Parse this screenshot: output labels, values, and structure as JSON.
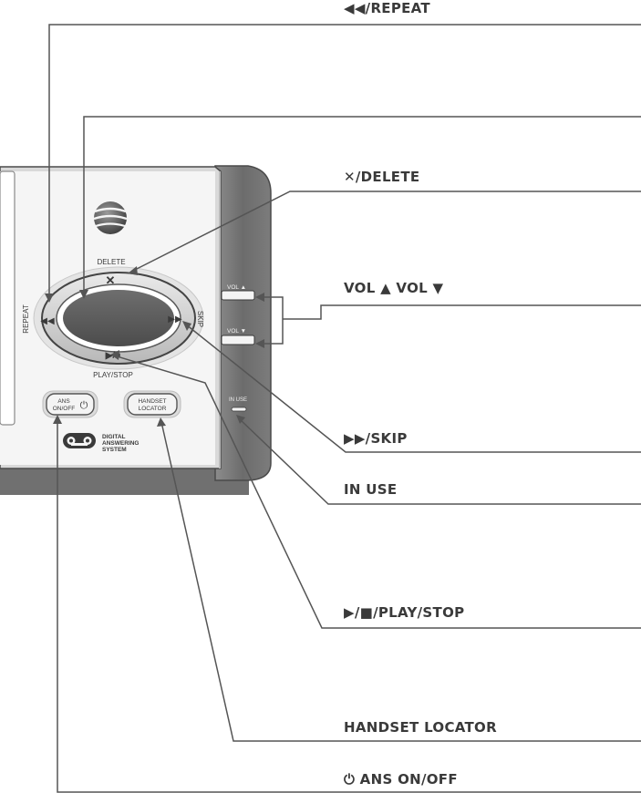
{
  "callouts": {
    "repeat": "◀◀/REPEAT",
    "unlabeled": "",
    "delete": "✕/DELETE",
    "volume": "VOL ▲  VOL ▼",
    "skip": "▶▶/SKIP",
    "in_use": "IN USE",
    "play_stop": "▶/■/PLAY/STOP",
    "handset_locator": "HANDSET LOCATOR",
    "ans_on_off": "⏻ ANS ON/OFF"
  },
  "device": {
    "delete_label": "DELETE",
    "delete_symbol": "✕",
    "repeat_label": "REPEAT",
    "skip_label": "SKIP",
    "play_stop_label": "PLAY/STOP",
    "play_stop_symbol": "▶/■",
    "vol_up_label": "VOL ▲",
    "vol_down_label": "VOL ▼",
    "in_use_label": "IN USE",
    "ans_button_line1": "ANS",
    "ans_button_line2": "ON/OFF",
    "power_symbol": "⏻",
    "locator_button_line1": "HANDSET",
    "locator_button_line2": "LOCATOR",
    "das_line1": "DIGITAL",
    "das_line2": "ANSWERING",
    "das_line3": "SYSTEM",
    "rewind_symbol": "◀◀",
    "forward_symbol": "▶▶"
  },
  "colors": {
    "leader_line": "#555555",
    "body_shadow": "#6f6f6f",
    "body_edge": "#9a9a9a",
    "panel": "#f4f4f4",
    "outline": "#4a4a4a"
  },
  "icons": [
    "att-globe-logo-icon",
    "digital-answering-system-logo-icon",
    "power-icon",
    "rewind-icon",
    "fast-forward-icon",
    "play-stop-icon",
    "delete-x-icon"
  ]
}
